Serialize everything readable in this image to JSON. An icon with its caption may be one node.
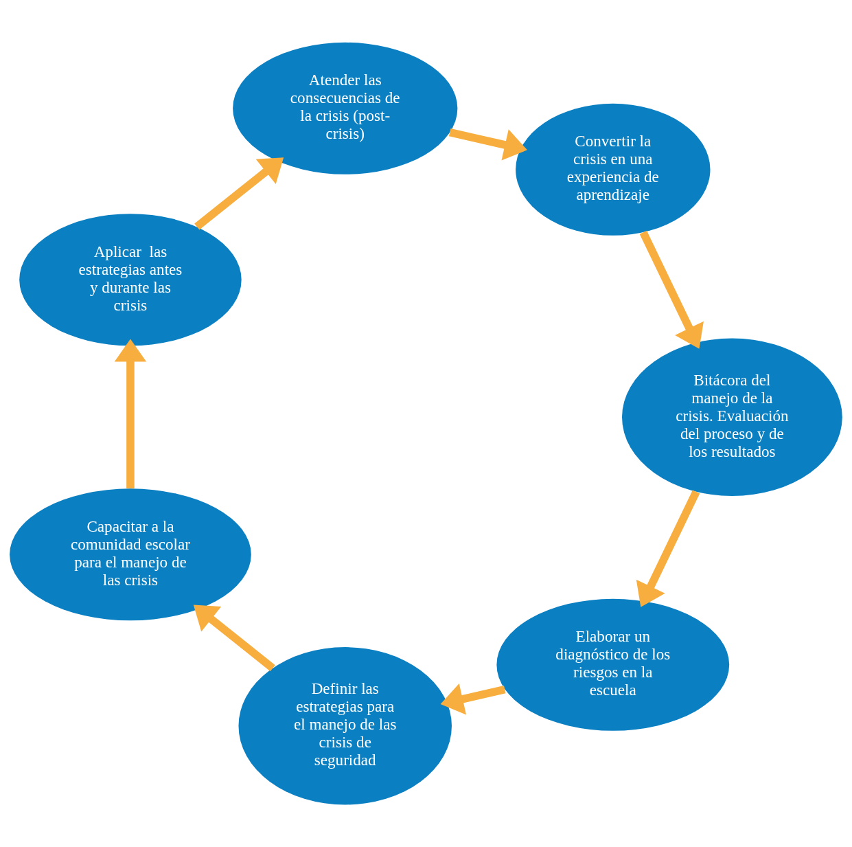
{
  "diagram": {
    "nodes": [
      {
        "text": [
          "Elaborar un diagnóstico de los riesgos en la escuela"
        ]
      },
      {
        "text": [
          "Definir las estrategias para el manejo de las crisis de seguridad"
        ]
      },
      {
        "text": [
          "Capacitar a la comunidad escolar para el manejo de las crisis"
        ]
      },
      {
        "text": [
          "Aplicar  las estrategias antes y durante las crisis"
        ]
      },
      {
        "text": [
          "Atender las consecuencias de la crisis (post-crisis)"
        ]
      },
      {
        "text": [
          "Convertir la crisis en una experiencia de aprendizaje"
        ]
      },
      {
        "text": [
          "Bitácora del manejo de la crisis. Evaluación del proceso y de los resultados"
        ]
      }
    ],
    "edges": [
      {
        "from": 0,
        "to": 1,
        "arrow": "to"
      },
      {
        "from": 1,
        "to": 2,
        "arrow": "to"
      },
      {
        "from": 2,
        "to": 3,
        "arrow": "to"
      },
      {
        "from": 3,
        "to": 4,
        "arrow": "to"
      },
      {
        "from": 4,
        "to": 5,
        "arrow": "to"
      },
      {
        "from": 5,
        "to": 6,
        "arrow": "to"
      },
      {
        "from": 6,
        "to": 0,
        "arrow": "to"
      }
    ]
  }
}
